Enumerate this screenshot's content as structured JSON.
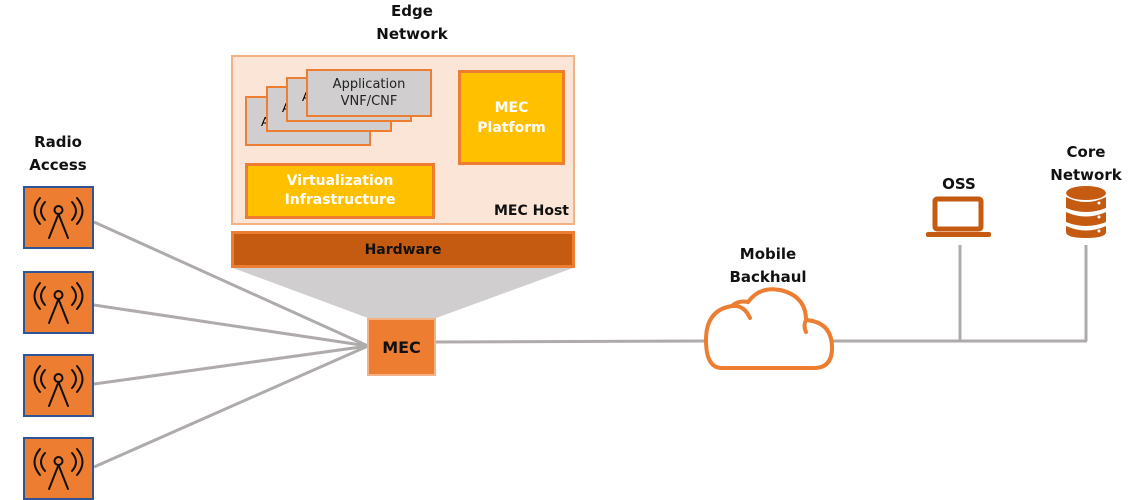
{
  "labels": {
    "edge_network": "Edge Network",
    "radio_access": "Radio Access",
    "mobile_backhaul": "Mobile Backhaul",
    "oss": "OSS",
    "core_network": "Core Network"
  },
  "mec_host": {
    "title": "MEC Host",
    "app_stack_hidden_char": "A",
    "application_line1": "Application",
    "application_line2": "VNF/CNF",
    "mec_platform": "MEC Platform",
    "virtualization": "Virtualization Infrastructure",
    "hardware": "Hardware"
  },
  "mec_node": "MEC",
  "radio_sites": [
    {
      "icon": "radio-tower-icon"
    },
    {
      "icon": "radio-tower-icon"
    },
    {
      "icon": "radio-tower-icon"
    },
    {
      "icon": "radio-tower-icon"
    }
  ],
  "icons": {
    "oss": "laptop-icon",
    "core": "database-icon",
    "backhaul": "cloud-icon"
  },
  "colors": {
    "orange": "#ED7D31",
    "dark_orange": "#C55A11",
    "yellow": "#FFC000",
    "peach_bg": "#FBE5D6",
    "peach_border": "#F4B183",
    "grey_app": "#D0CECE",
    "line_grey": "#AFABAB",
    "funnel_grey": "#D0CECE",
    "radio_border": "#2F5597"
  }
}
